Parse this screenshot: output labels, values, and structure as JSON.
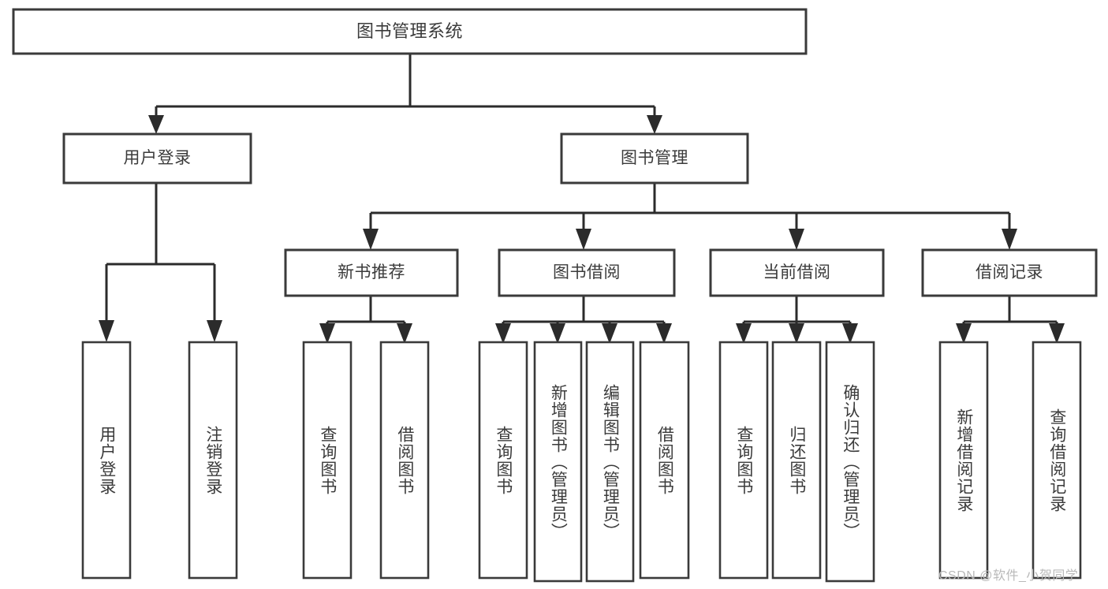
{
  "diagram": {
    "type": "tree-hierarchy",
    "title": "图书管理系统",
    "watermark": "CSDN @软件_小贺同学",
    "colors": {
      "box_stroke": "#3a3a3a",
      "connector": "#2b2b2b",
      "text": "#3b3b3b",
      "background": "#ffffff",
      "watermark": "#b9b9b9"
    },
    "levels": {
      "root": {
        "label": "图书管理系统"
      },
      "level2": [
        {
          "id": "user-login",
          "label": "用户登录"
        },
        {
          "id": "book-management",
          "label": "图书管理"
        }
      ],
      "level3": [
        {
          "id": "new-book-recommend",
          "label": "新书推荐",
          "parent": "book-management"
        },
        {
          "id": "book-borrow",
          "label": "图书借阅",
          "parent": "book-management"
        },
        {
          "id": "current-borrow",
          "label": "当前借阅",
          "parent": "book-management"
        },
        {
          "id": "borrow-record",
          "label": "借阅记录",
          "parent": "book-management"
        }
      ],
      "leaves": [
        {
          "id": "leaf-user-login",
          "label": "用户登录",
          "parent": "user-login"
        },
        {
          "id": "leaf-logout-login",
          "label": "注销登录",
          "parent": "user-login"
        },
        {
          "id": "leaf-query-book-1",
          "label": "查询图书",
          "parent": "new-book-recommend"
        },
        {
          "id": "leaf-borrow-book-1",
          "label": "借阅图书",
          "parent": "new-book-recommend"
        },
        {
          "id": "leaf-query-book-2",
          "label": "查询图书",
          "parent": "book-borrow"
        },
        {
          "id": "leaf-add-book",
          "label": "新增图书（管理员）",
          "parent": "book-borrow"
        },
        {
          "id": "leaf-edit-book",
          "label": "编辑图书（管理员）",
          "parent": "book-borrow"
        },
        {
          "id": "leaf-borrow-book-2",
          "label": "借阅图书",
          "parent": "book-borrow"
        },
        {
          "id": "leaf-query-book-3",
          "label": "查询图书",
          "parent": "current-borrow"
        },
        {
          "id": "leaf-return-book",
          "label": "归还图书",
          "parent": "current-borrow"
        },
        {
          "id": "leaf-confirm-return",
          "label": "确认归还（管理员）",
          "parent": "current-borrow"
        },
        {
          "id": "leaf-add-record",
          "label": "新增借阅记录",
          "parent": "borrow-record"
        },
        {
          "id": "leaf-query-record",
          "label": "查询借阅记录",
          "parent": "borrow-record"
        }
      ]
    }
  }
}
